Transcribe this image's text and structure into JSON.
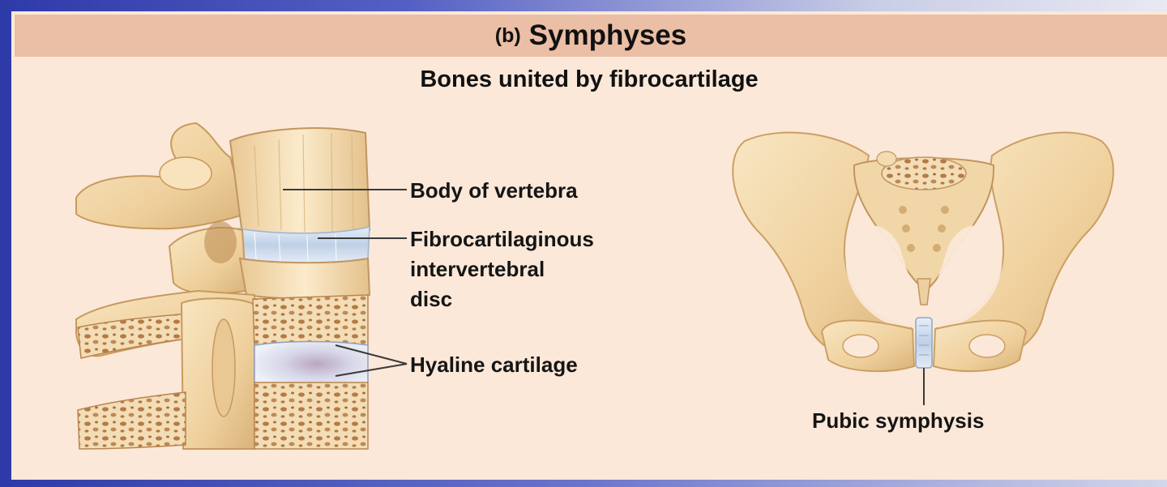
{
  "header": {
    "part": "(b)",
    "title": "Symphyses"
  },
  "subtitle": "Bones united by fibrocartilage",
  "labels": {
    "body_of_vertebra": "Body of vertebra",
    "disc_line1": "Fibrocartilaginous",
    "disc_line2": "intervertebral",
    "disc_line3": "disc",
    "hyaline_cartilage": "Hyaline cartilage",
    "pubic_symphysis": "Pubic symphysis"
  },
  "colors": {
    "background": "#fbe8d8",
    "header_band": "#ebbfa5",
    "bone": "#f1d6a6",
    "bone_shadow": "#c99e62",
    "cartilage": "#c9d7ea",
    "frame_blue": "#2e3aa8"
  }
}
